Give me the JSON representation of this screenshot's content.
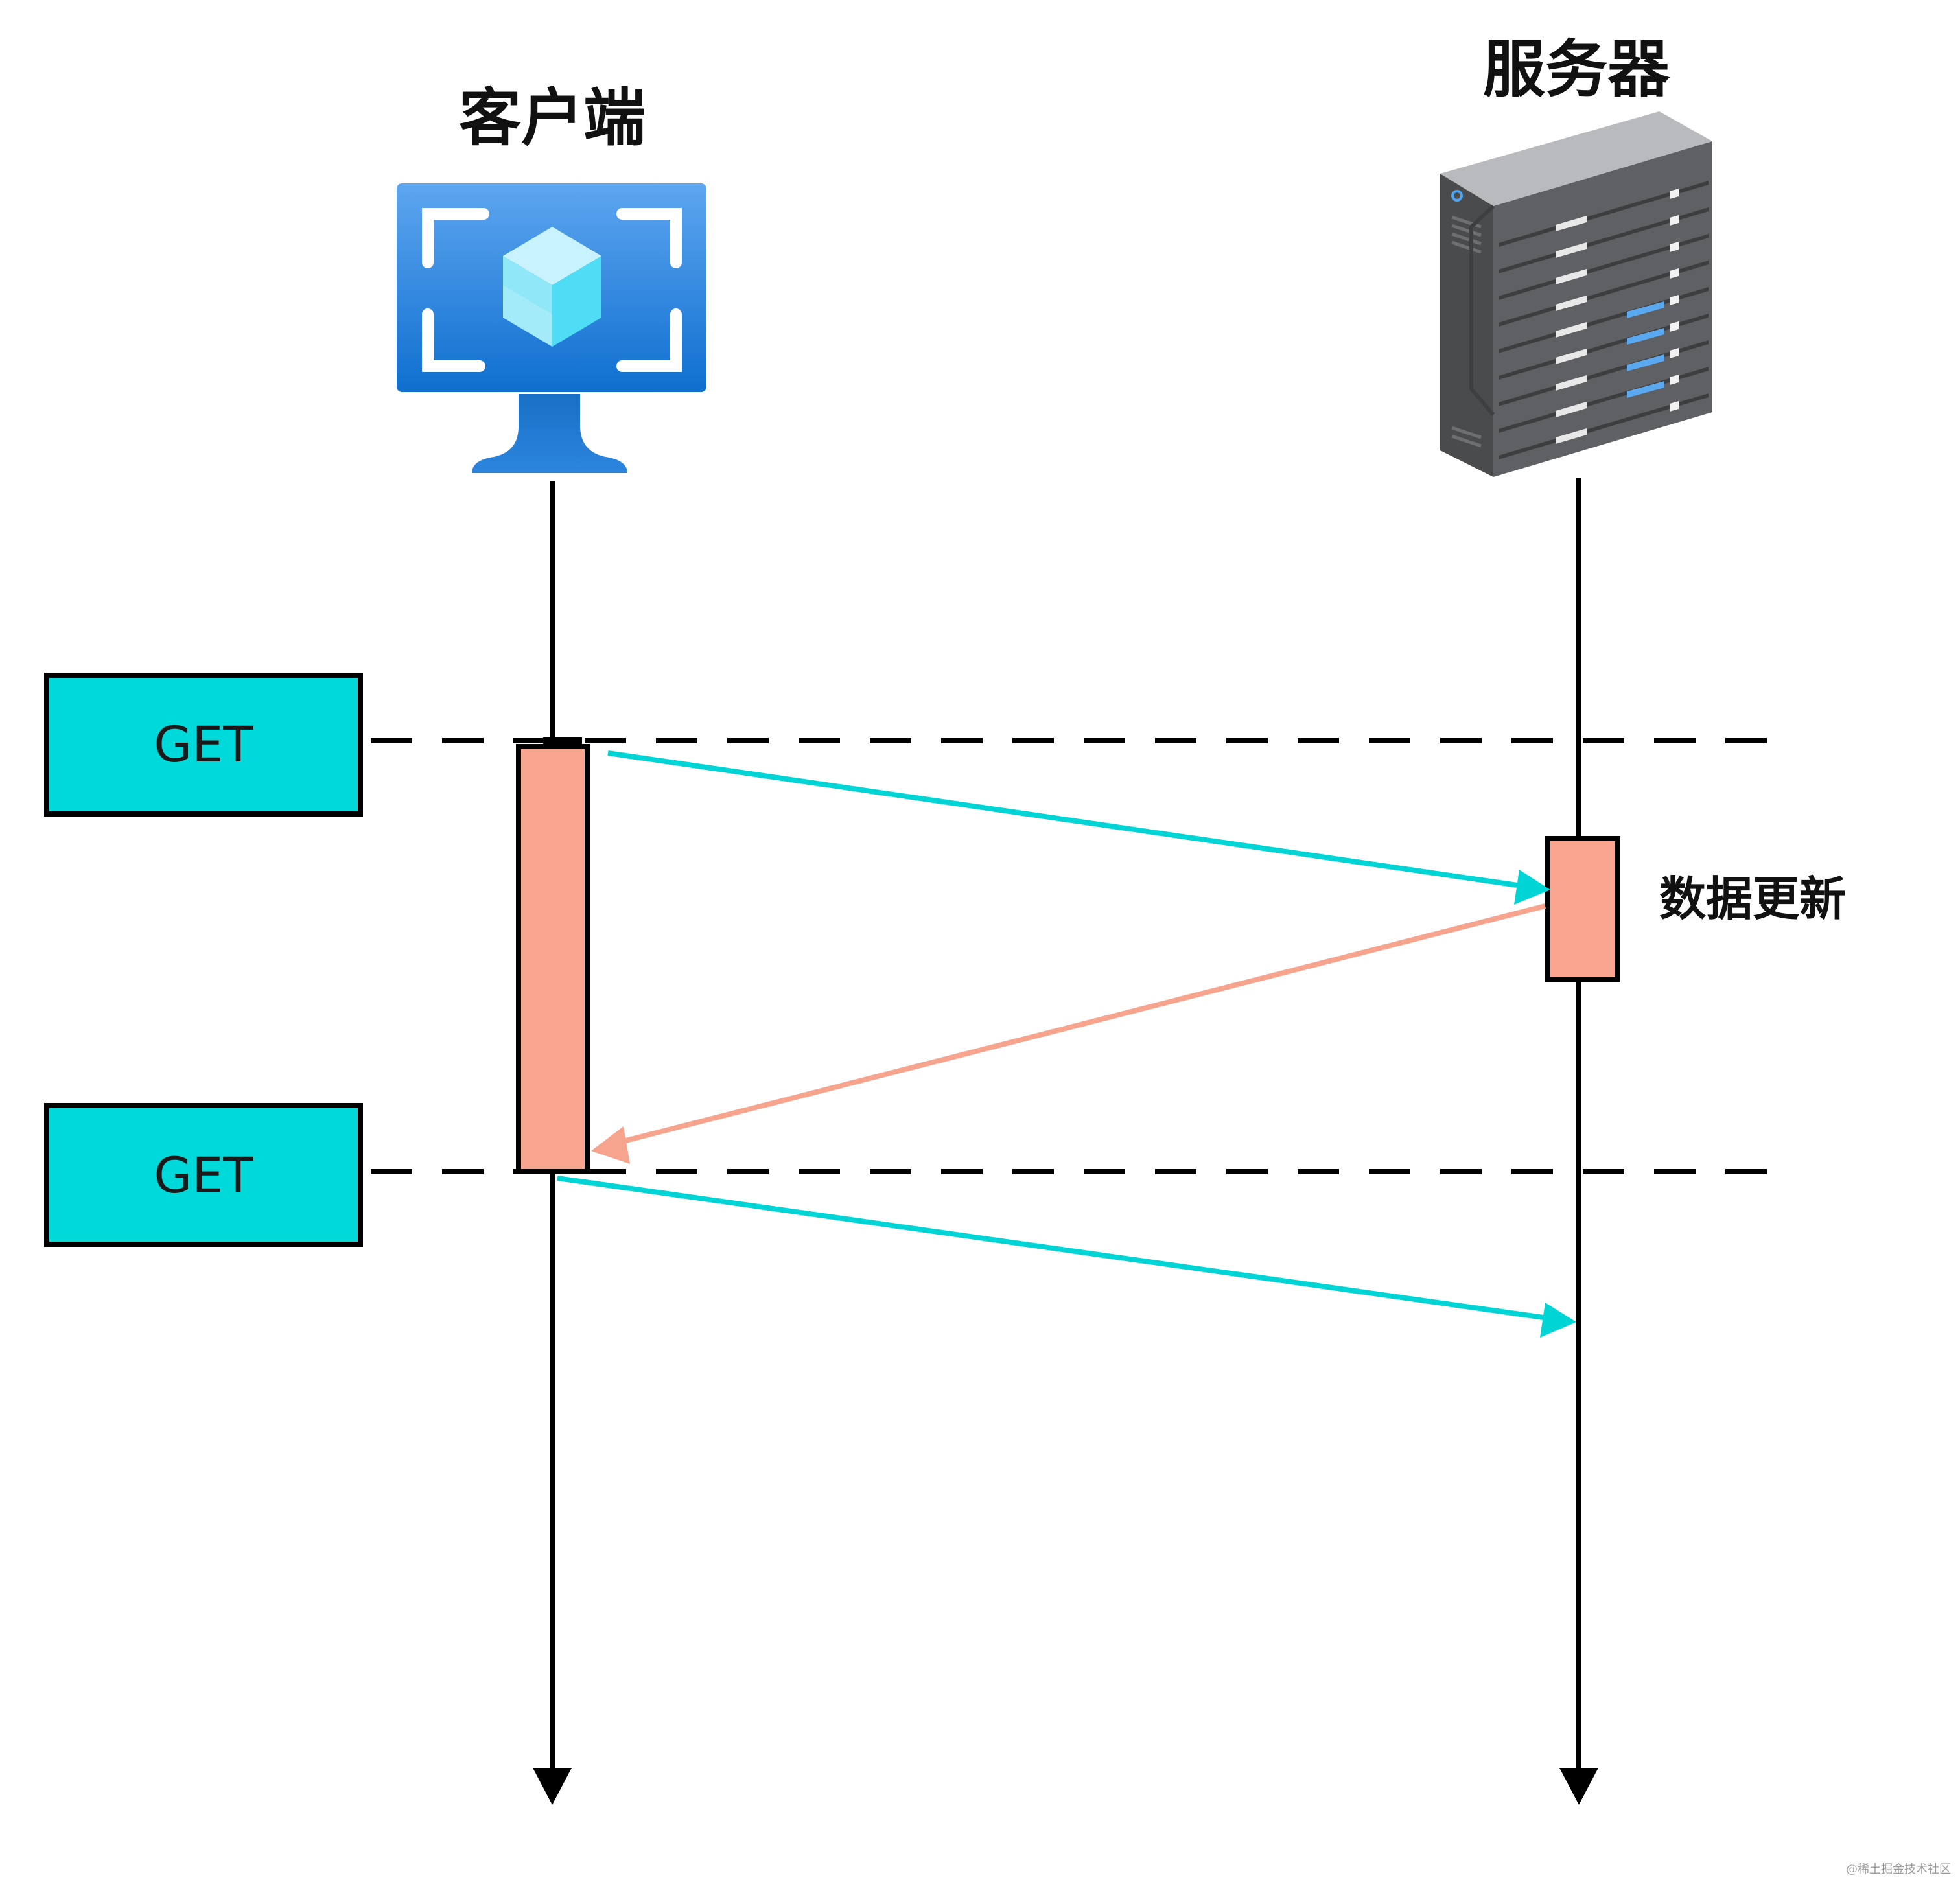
{
  "actors": {
    "client": {
      "title": "客户端",
      "icon": "monitor-icon"
    },
    "server": {
      "title": "服务器",
      "icon": "server-rack-icon"
    }
  },
  "requests": [
    {
      "label": "GET"
    },
    {
      "label": "GET"
    }
  ],
  "note": "数据更新",
  "watermark": "@稀土掘金技术社区",
  "colors": {
    "request_arrow": "#00d4d4",
    "response_arrow": "#f7a48e",
    "get_box_fill": "#00d9d9",
    "activation_fill": "#f9a58f",
    "lifeline": "#000000",
    "monitor_top": "#5ba3ee",
    "monitor_bottom": "#1373d1",
    "cube_light": "#b9f0fb",
    "cube_accent": "#4fdcf5",
    "server_body": "#58595b",
    "server_light": "#5aa8f0"
  }
}
